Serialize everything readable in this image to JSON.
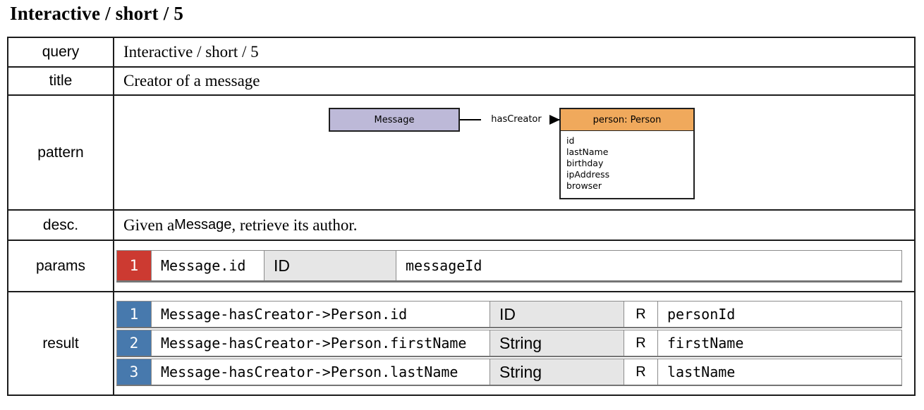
{
  "page": {
    "heading": "Interactive / short / 5"
  },
  "spec": {
    "query_label": "query",
    "query_value": "Interactive / short / 5",
    "title_label": "title",
    "title_value": "Creator of a message",
    "pattern_label": "pattern",
    "desc_label": "desc.",
    "desc_prefix": "Given a ",
    "desc_type_ref": "Message",
    "desc_suffix": ", retrieve its author.",
    "params_label": "params",
    "result_label": "result"
  },
  "diagram": {
    "message_box_label": "Message",
    "edge_label": "hasCreator",
    "person_box_title": "person: Person",
    "person_attributes": [
      "id",
      "lastName",
      "birthday",
      "ipAddress",
      "browser"
    ],
    "colors": {
      "message_fill": "#bdb9d8",
      "person_header_fill": "#f0a95c",
      "border": "#1f1f1f"
    }
  },
  "params_rows": [
    {
      "index": "1",
      "field": "Message.id",
      "type": "ID",
      "variable": "messageId"
    }
  ],
  "result_rows": [
    {
      "index": "1",
      "field": "Message-hasCreator->Person.id",
      "type": "ID",
      "mode": "R",
      "variable": "personId"
    },
    {
      "index": "2",
      "field": "Message-hasCreator->Person.firstName",
      "type": "String",
      "mode": "R",
      "variable": "firstName"
    },
    {
      "index": "3",
      "field": "Message-hasCreator->Person.lastName",
      "type": "String",
      "mode": "R",
      "variable": "lastName"
    }
  ],
  "colors": {
    "param_badge": "#cc3a31",
    "result_badge": "#4779ad",
    "type_cell_bg": "#e6e6e6",
    "table_border": "#1c1c1c"
  }
}
